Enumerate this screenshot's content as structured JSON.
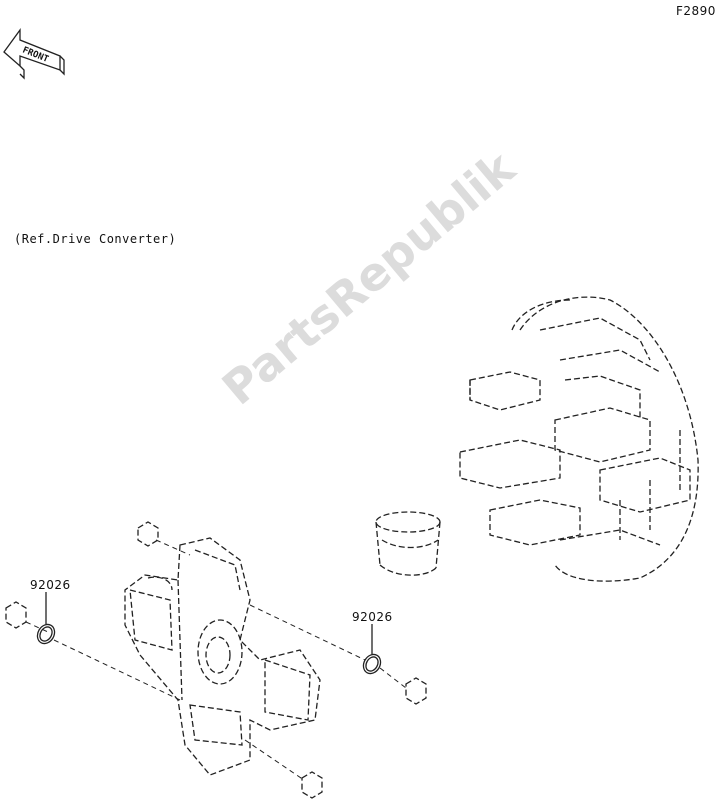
{
  "figure_code": "F2890",
  "front_arrow": {
    "label": "FRONT"
  },
  "reference_note": "(Ref.Drive Converter)",
  "watermark": "PartsRepublik",
  "parts": [
    {
      "number": "92026"
    },
    {
      "number": "92026"
    }
  ]
}
